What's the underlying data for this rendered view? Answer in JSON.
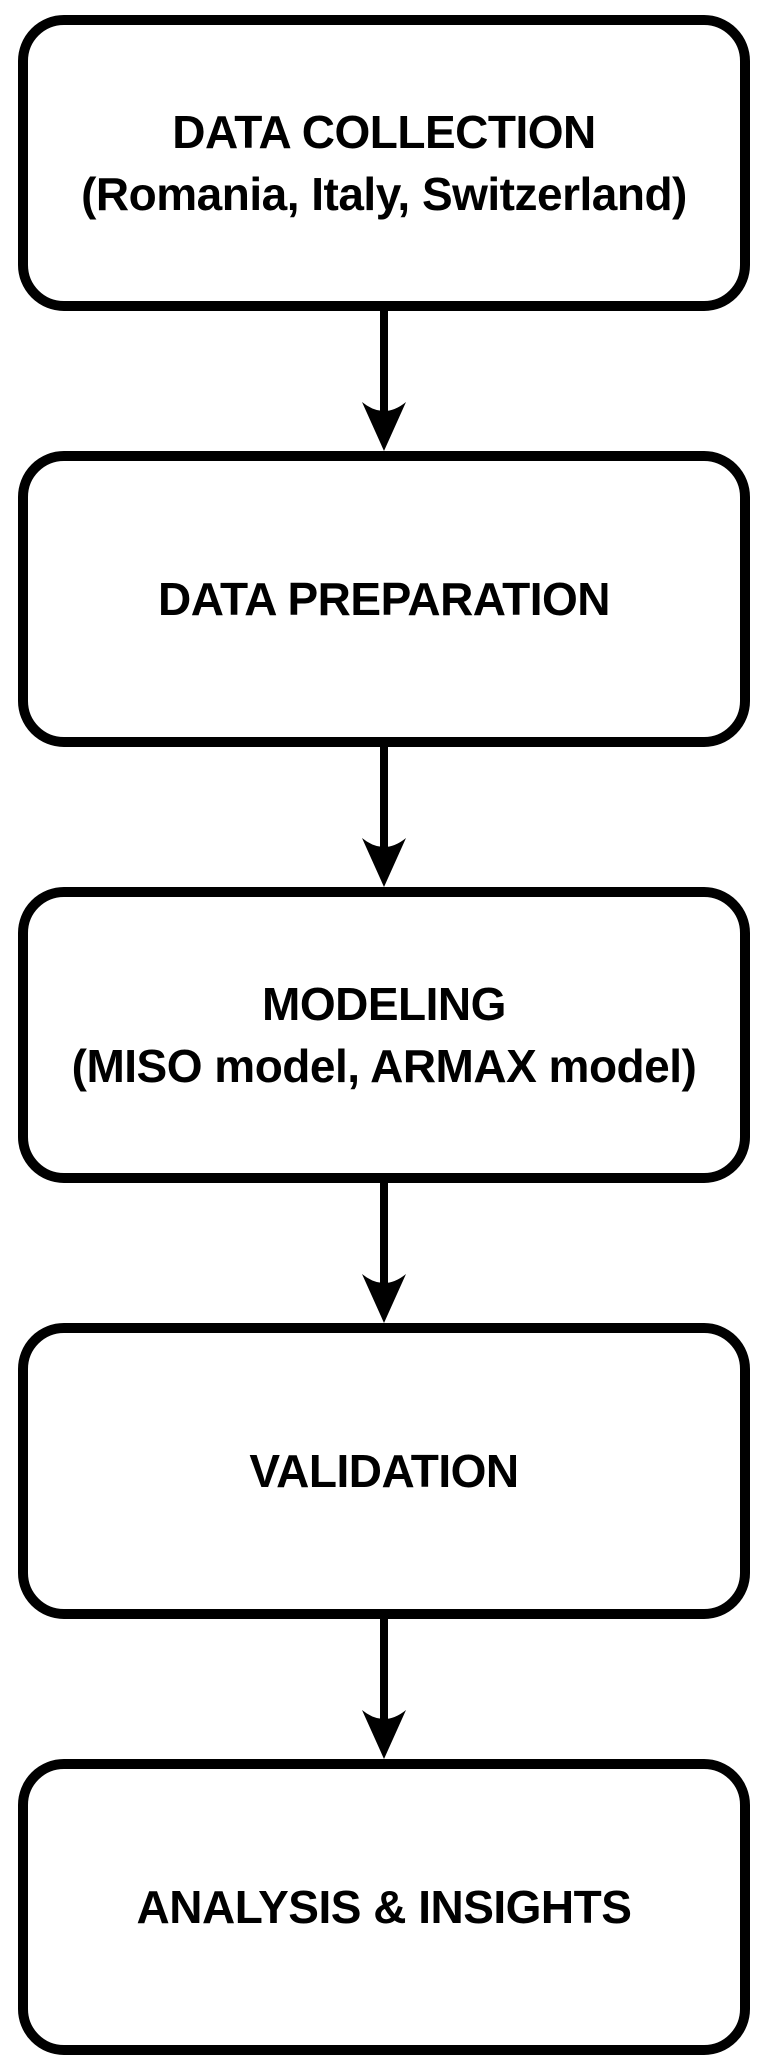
{
  "diagram": {
    "type": "flowchart",
    "direction": "top-down",
    "colors": {
      "line": "#000000",
      "node_fill": "#ffffff",
      "text": "#000000",
      "background": "#ffffff"
    },
    "steps": [
      {
        "id": "data-collection",
        "line1": "DATA COLLECTION",
        "line2": "(Romania, Italy, Switzerland)"
      },
      {
        "id": "data-preparation",
        "line1": "DATA PREPARATION",
        "line2": ""
      },
      {
        "id": "modeling",
        "line1": "MODELING",
        "line2": "(MISO model, ARMAX model)"
      },
      {
        "id": "validation",
        "line1": "VALIDATION",
        "line2": ""
      },
      {
        "id": "analysis-insights",
        "line1": "ANALYSIS & INSIGHTS",
        "line2": ""
      }
    ],
    "connectors": [
      {
        "from": "data-collection",
        "to": "data-preparation",
        "icon": "arrow-down-icon"
      },
      {
        "from": "data-preparation",
        "to": "modeling",
        "icon": "arrow-down-icon"
      },
      {
        "from": "modeling",
        "to": "validation",
        "icon": "arrow-down-icon"
      },
      {
        "from": "validation",
        "to": "analysis-insights",
        "icon": "arrow-down-icon"
      }
    ]
  }
}
